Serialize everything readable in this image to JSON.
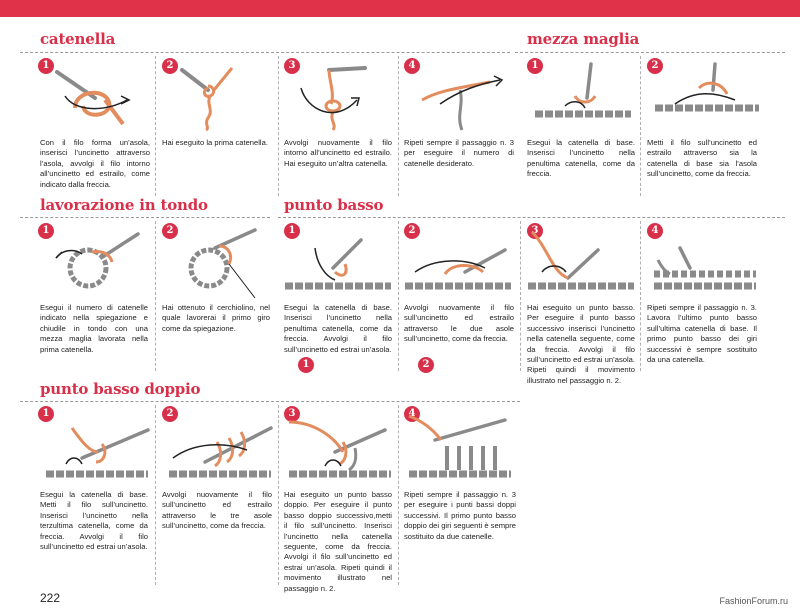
{
  "page": {
    "number": "222",
    "watermark": "FashionForum.ru"
  },
  "sections": {
    "catenella": {
      "title": "catenella",
      "steps": [
        {
          "num": "1",
          "text": "Con il filo forma un’asola, inserisci l’uncinetto attraverso l’asola, avvolgi il filo intorno all’uncinetto ed estrailo, come indicato dalla freccia."
        },
        {
          "num": "2",
          "text": "Hai eseguito la prima catenella."
        },
        {
          "num": "3",
          "text": "Avvolgi nuovamente il filo intorno all’uncinetto ed estrailo. Hai eseguito un’altra catenella."
        },
        {
          "num": "4",
          "text": "Ripeti sempre il passaggio n. 3 per eseguire il numero di catenelle desiderato."
        }
      ]
    },
    "mezza_maglia": {
      "title": "mezza maglia",
      "steps": [
        {
          "num": "1",
          "text": "Esegui la catenella di base. Inserisci l’uncinetto nella penultima catenella, come da freccia."
        },
        {
          "num": "2",
          "text": "Metti il filo sull’uncinetto ed estrailo attraverso sia la catenella di base sia l’asola sull’uncinetto, come da freccia."
        }
      ]
    },
    "lavorazione_in_tondo": {
      "title": "lavorazione in tondo",
      "steps": [
        {
          "num": "1",
          "text": "Esegui il numero di catenelle indicato nella spiegazione e chiudile in tondo con una mezza maglia lavorata nella prima catenella."
        },
        {
          "num": "2",
          "text": "Hai ottenuto il cerchiolino, nel quale lavorerai il primo giro come da spiegazione."
        }
      ]
    },
    "punto_basso": {
      "title": "punto basso",
      "steps": [
        {
          "num": "1",
          "text": "Esegui la catenella di base. Inserisci l’uncinetto nella penultima catenella, come da freccia. Avvolgi il filo sull’uncinetto ed estrai un’asola."
        },
        {
          "num": "2",
          "text": "Avvolgi nuovamente il filo sull’uncinetto ed estrailo attraverso le due asole sull’uncinetto, come da freccia."
        },
        {
          "num": "3",
          "text": "Hai eseguito un punto basso. Per eseguire il punto basso successivo inserisci l’uncinetto nella catenella seguente, come da freccia. Avvolgi il filo sull’uncinetto ed estrai un’asola. Ripeti quindi il movimento illustrato nel passaggio n. 2."
        },
        {
          "num": "4",
          "text": "Ripeti sempre il passaggio n. 3. Lavora l’ultimo punto basso sull’ultima catenella di base. Il primo punto basso dei giri successivi è sempre sostituito da una catenella."
        }
      ]
    },
    "punto_basso_doppio": {
      "title": "punto basso doppio",
      "steps": [
        {
          "num": "1",
          "text": "Esegui la catenella di base. Metti il filo sull’uncinetto. Inserisci l’uncinetto nella terzultima catenella, come da freccia. Avvolgi il filo sull’uncinetto ed estrai un’asola."
        },
        {
          "num": "2",
          "text": "Avvolgi nuovamente il filo sull’uncinetto ed estrailo attraverso le tre asole sull’uncinetto, come da freccia."
        },
        {
          "num": "3",
          "text": "Hai eseguito un punto basso doppio. Per eseguire il punto basso doppio successivo,metti il filo sull’uncinetto. Inserisci l’uncinetto nella catenella seguente, come da freccia. Avvolgi il filo sull’uncinetto ed estrai un’asola. Ripeti quindi il movimento illustrato nel passaggio n. 2."
        },
        {
          "num": "4",
          "text": "Ripeti sempre il passaggio n. 3 per eseguire i punti bassi doppi successivi. Il primo punto basso doppio dei giri seguenti è sempre sostituito da due catenelle."
        }
      ]
    }
  },
  "colors": {
    "accent": "#d8304a",
    "yarn": "#e38c5e",
    "hook": "#8a8a8a"
  }
}
